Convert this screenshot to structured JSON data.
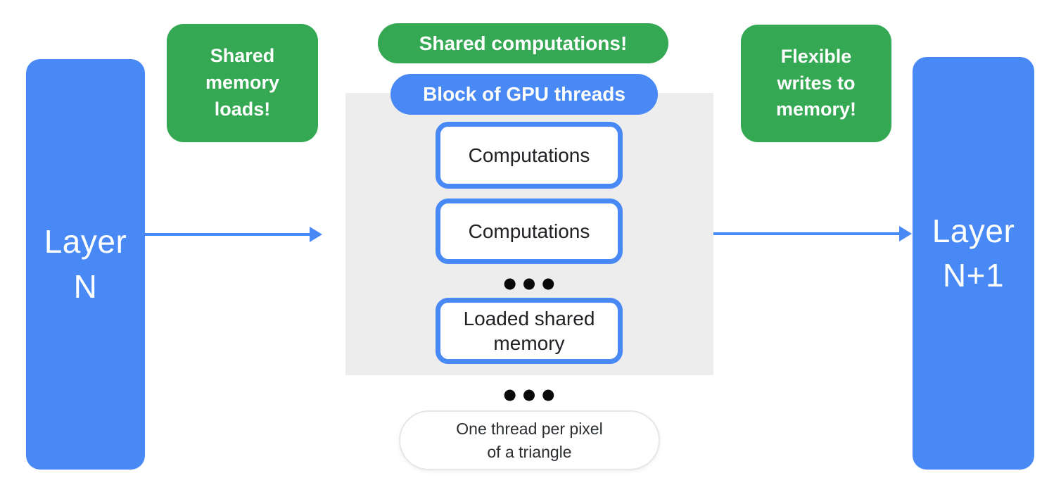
{
  "colors": {
    "blue": "#4889F5",
    "green": "#34A853",
    "gray": "#EDEDED",
    "text_dark": "#202124"
  },
  "left_layer": {
    "label": "Layer\nN"
  },
  "right_layer": {
    "label": "Layer\nN+1"
  },
  "callouts": {
    "left": "Shared\nmemory\nloads!",
    "center": "Shared computations!",
    "right": "Flexible\nwrites to\nmemory!"
  },
  "block": {
    "title": "Block of GPU threads",
    "items": [
      "Computations",
      "Computations",
      "Loaded shared\nmemory"
    ],
    "ellipsis": "●●●"
  },
  "footnote": {
    "label": "One thread per pixel\nof a triangle"
  }
}
